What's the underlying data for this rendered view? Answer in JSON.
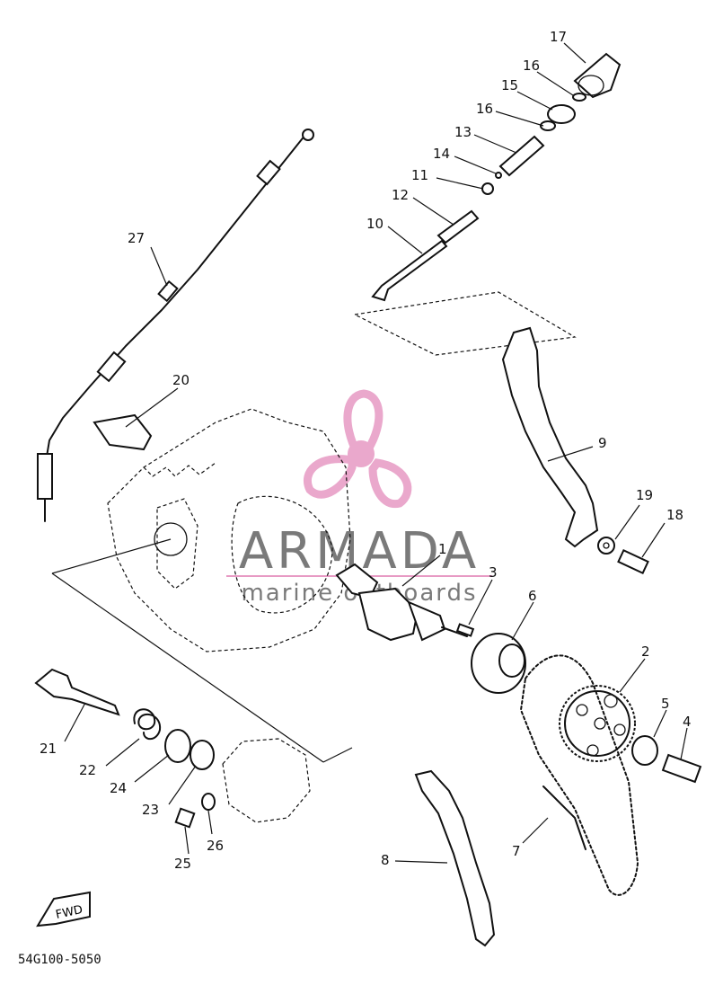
{
  "watermark": {
    "brand": "ARMADA",
    "tagline": "marine outboards",
    "logo_color": "#e79ac4",
    "text_color": "#7a7a7a"
  },
  "parts": [
    {
      "id": "1",
      "label": "1"
    },
    {
      "id": "2",
      "label": "2"
    },
    {
      "id": "3",
      "label": "3"
    },
    {
      "id": "4",
      "label": "4"
    },
    {
      "id": "5",
      "label": "5"
    },
    {
      "id": "6",
      "label": "6"
    },
    {
      "id": "7",
      "label": "7"
    },
    {
      "id": "8",
      "label": "8"
    },
    {
      "id": "9",
      "label": "9"
    },
    {
      "id": "10",
      "label": "10"
    },
    {
      "id": "11",
      "label": "11"
    },
    {
      "id": "12",
      "label": "12"
    },
    {
      "id": "13",
      "label": "13"
    },
    {
      "id": "14",
      "label": "14"
    },
    {
      "id": "15",
      "label": "15"
    },
    {
      "id": "16a",
      "label": "16"
    },
    {
      "id": "16b",
      "label": "16"
    },
    {
      "id": "17",
      "label": "17"
    },
    {
      "id": "18",
      "label": "18"
    },
    {
      "id": "19",
      "label": "19"
    },
    {
      "id": "20",
      "label": "20"
    },
    {
      "id": "21",
      "label": "21"
    },
    {
      "id": "22",
      "label": "22"
    },
    {
      "id": "23",
      "label": "23"
    },
    {
      "id": "24",
      "label": "24"
    },
    {
      "id": "25",
      "label": "25"
    },
    {
      "id": "26",
      "label": "26"
    },
    {
      "id": "27",
      "label": "27"
    }
  ],
  "direction_marker": "FWD",
  "diagram_code": "54G100-5050"
}
